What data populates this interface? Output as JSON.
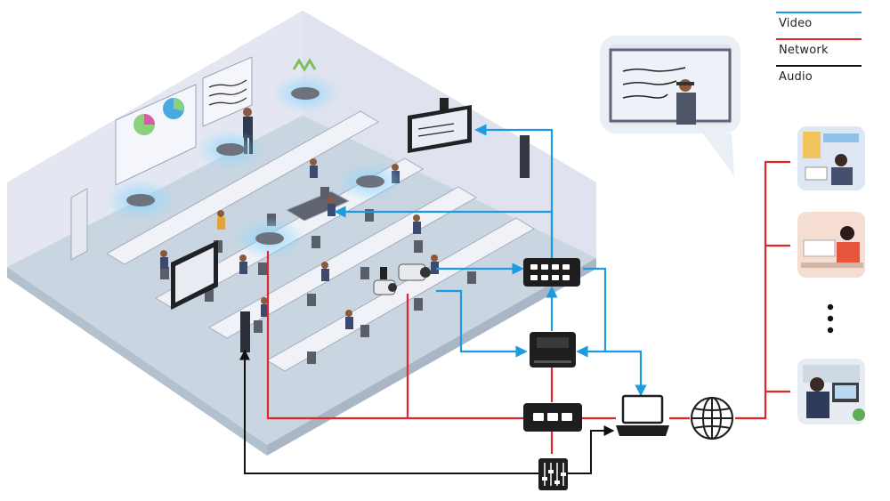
{
  "legend": [
    {
      "label": "Video",
      "color": "#1e9be0"
    },
    {
      "label": "Network",
      "color": "#e0262b"
    },
    {
      "label": "Audio",
      "color": "#111111"
    }
  ],
  "colors": {
    "video": "#1e9be0",
    "network": "#e0262b",
    "audio": "#111111",
    "room_floor": "#c7d3df",
    "room_wall": "#e6e9f3",
    "device": "#1e1e1e"
  },
  "icons": [
    "switcher-icon",
    "codec-box-icon",
    "network-switch-icon",
    "laptop-icon",
    "globe-icon",
    "audio-mixer-icon",
    "ptz-camera-icon",
    "ceiling-microphone-icon",
    "speaker-column-icon",
    "display-icon",
    "remote-participant-icon"
  ]
}
